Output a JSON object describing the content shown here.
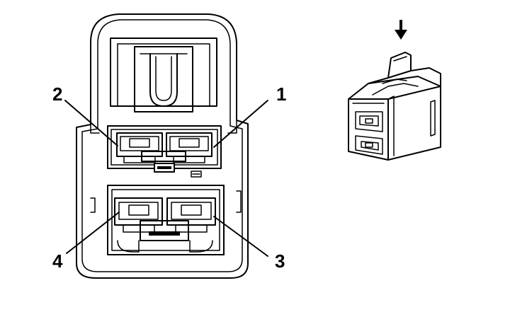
{
  "pins": [
    {
      "label": "1"
    },
    {
      "label": "2"
    },
    {
      "label": "3"
    },
    {
      "label": "4"
    }
  ],
  "colors": {
    "line": "#000000",
    "background": "#ffffff"
  },
  "icons": {
    "arrow": "down-arrow-icon"
  }
}
